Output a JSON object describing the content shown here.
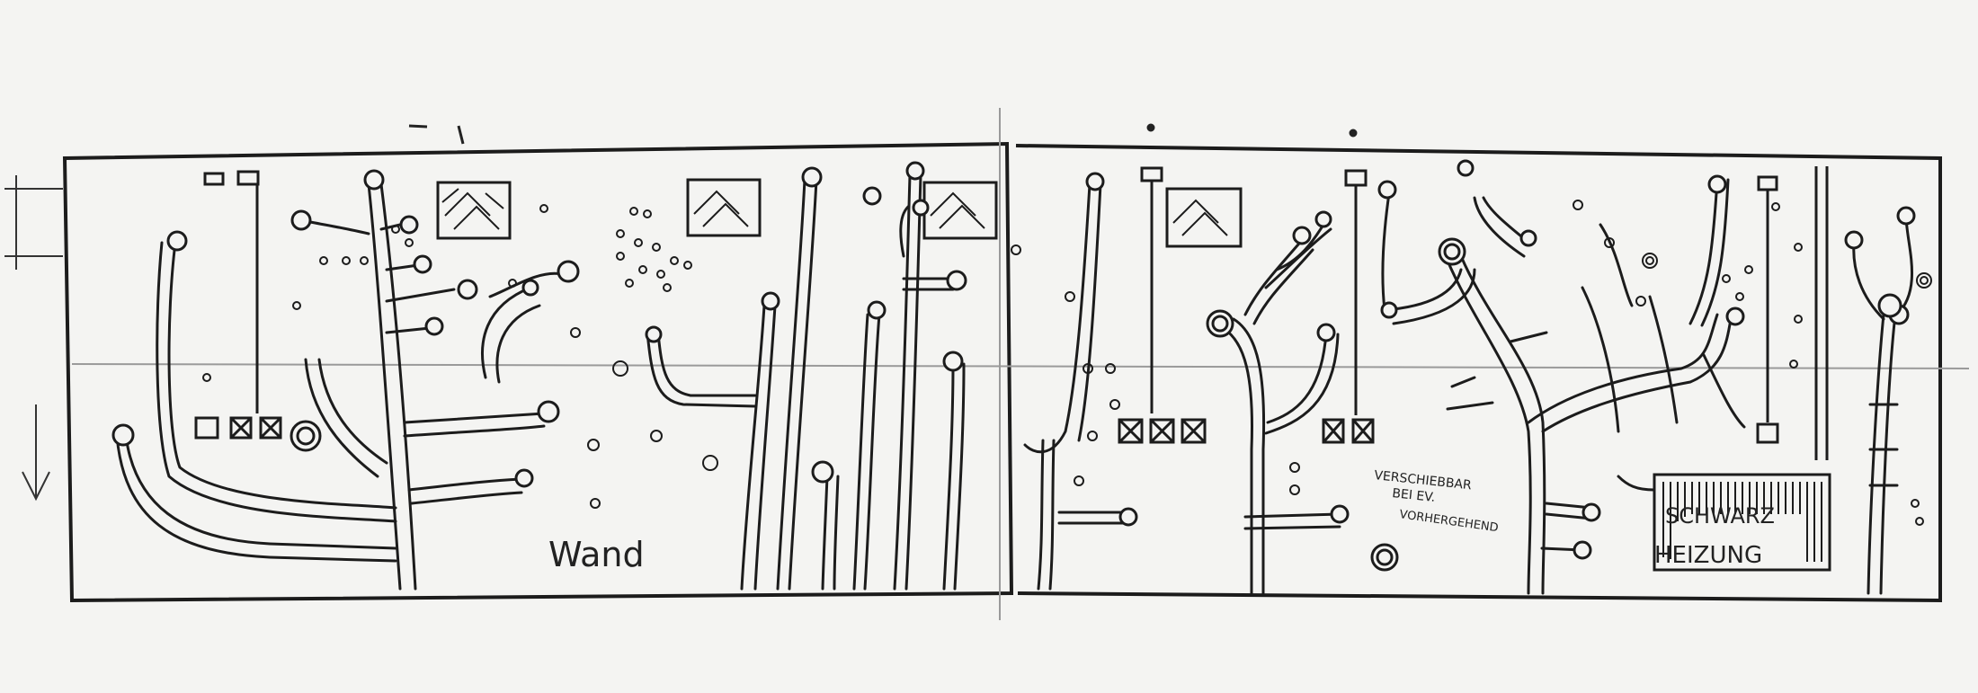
{
  "labels": {
    "wall_label": "Wand",
    "note_line_1": "VERSCHIEBBAR",
    "note_line_2": "BEI EV.",
    "note_line_3": "VORHERGEHEND",
    "heater_line_1": "SCHWARZ",
    "heater_line_2": "HEIZUNG"
  },
  "colors": {
    "paper": "#f4f4f2",
    "ink": "#1c1c1c",
    "guide": "#9a9a9a"
  }
}
